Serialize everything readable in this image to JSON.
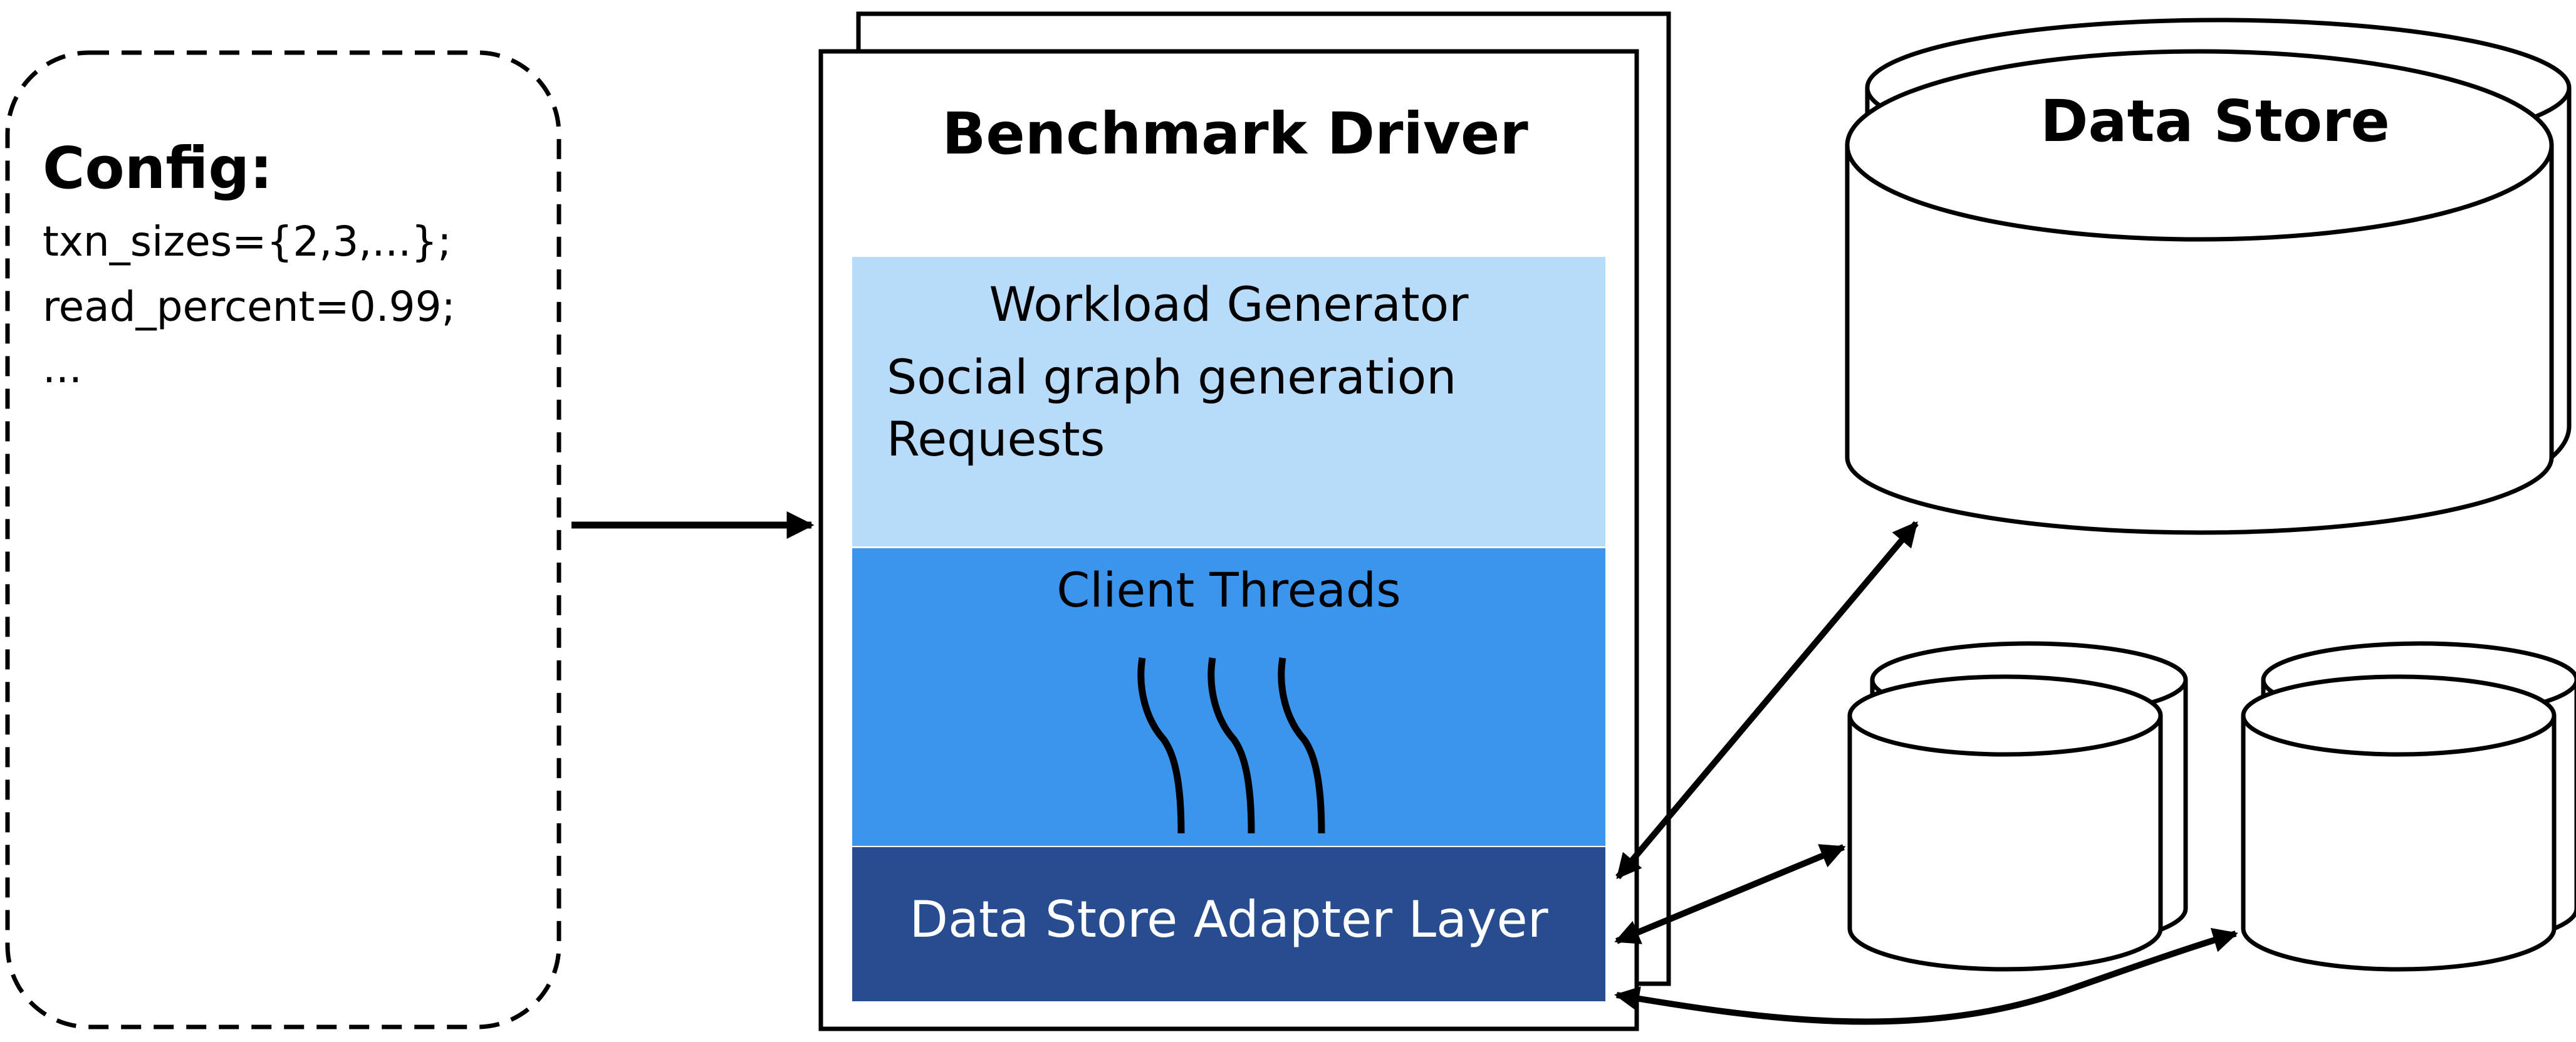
{
  "config": {
    "title": "Config:",
    "lines": [
      "txn_sizes={2,3,...};",
      "read_percent=0.99;",
      "..."
    ]
  },
  "driver": {
    "title": "Benchmark Driver",
    "workload": {
      "title": "Workload Generator",
      "items": [
        "Social graph generation",
        "Requests"
      ]
    },
    "client_threads": {
      "title": "Client Threads"
    },
    "adapter": {
      "title": "Data Store Adapter Layer"
    }
  },
  "data_store": {
    "title": "Data Store"
  },
  "colors": {
    "workload_fill": "#b9dbfa",
    "client_fill": "#3c95ec",
    "adapter_fill": "#274c8f",
    "stroke": "#000000"
  }
}
